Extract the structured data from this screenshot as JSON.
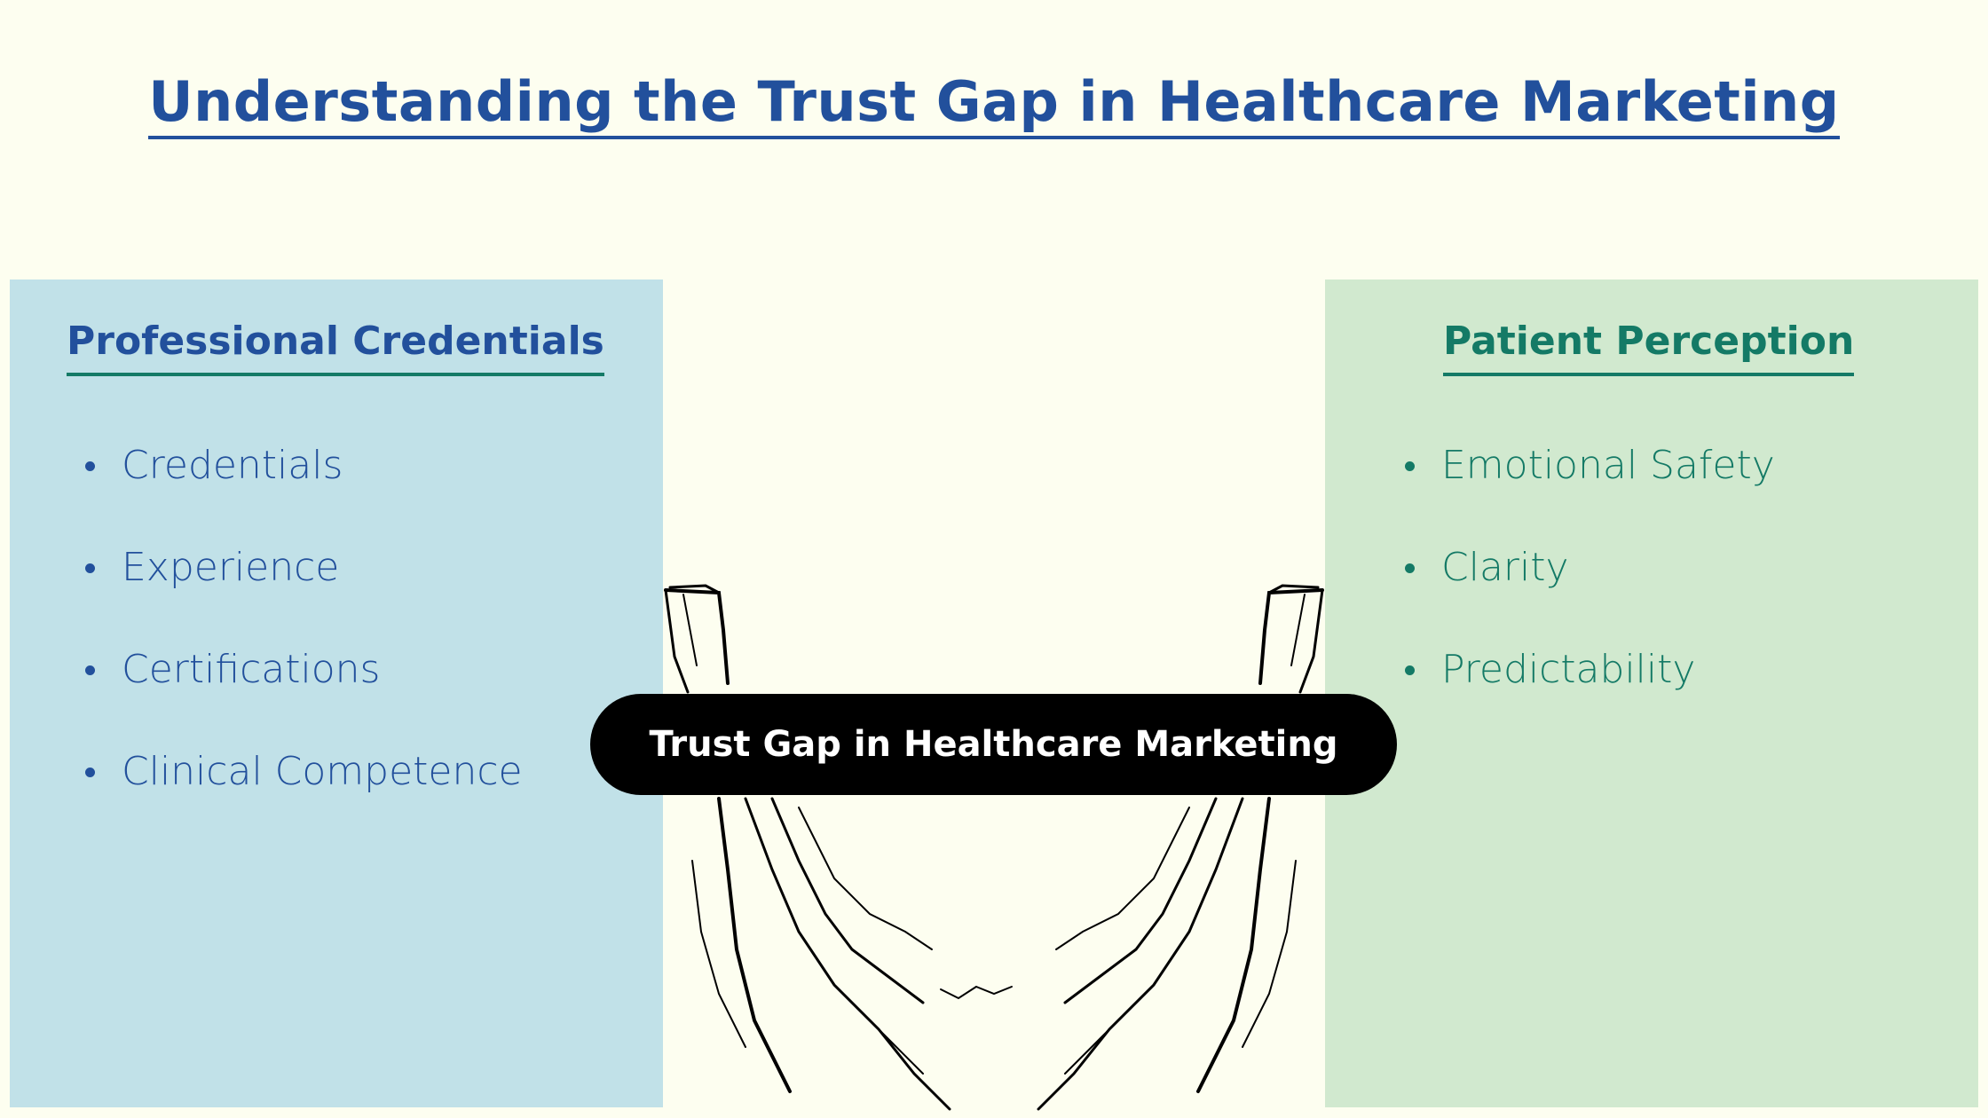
{
  "title": "Understanding the Trust Gap in Healthcare Marketing",
  "left_panel": {
    "heading": "Professional Credentials",
    "items": [
      "Credentials",
      "Experience",
      "Certifications",
      "Clinical Competence"
    ],
    "background": "#C1E1E8",
    "text_color": "#22509C"
  },
  "right_panel": {
    "heading": "Patient Perception",
    "items": [
      "Emotional Safety",
      "Clarity",
      "Predictability"
    ],
    "background": "#D1E9CF",
    "text_color": "#147A66"
  },
  "center": {
    "label": "Trust Gap in Healthcare Marketing",
    "illustration": "canyon-cliffs-sketch"
  },
  "colors": {
    "page_background": "#FDFEF0",
    "title": "#22509C",
    "heading_underline": "#147A66",
    "pill": "#000000"
  }
}
